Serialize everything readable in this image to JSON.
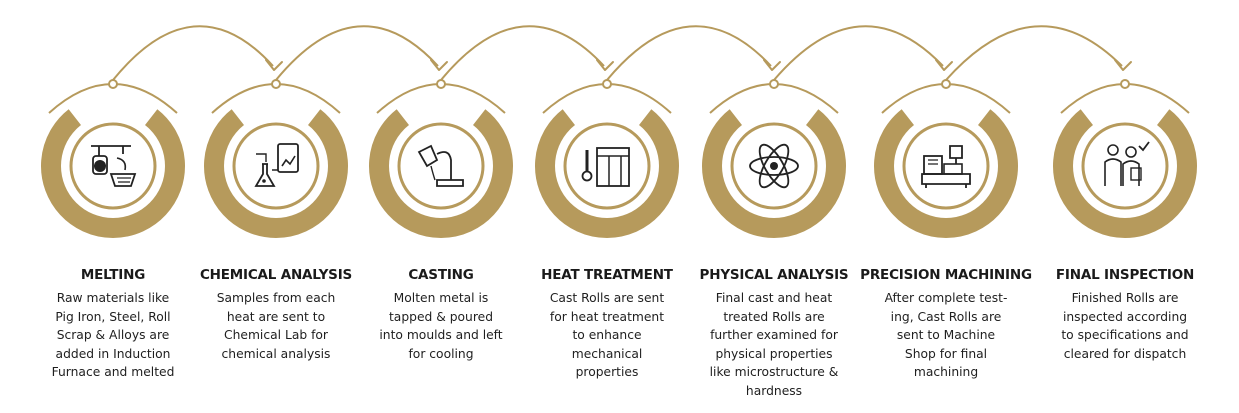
{
  "colors": {
    "gold": "#b69a5c",
    "icon": "#222222",
    "title": "#1a1a1a",
    "text": "#1f1f1f"
  },
  "steps": [
    {
      "title": "MELTING",
      "desc": "Raw materials like\nPig Iron, Steel, Roll\nScrap & Alloys are\nadded in Induction\nFurnace and melted",
      "icon": "furnace-pouring-icon"
    },
    {
      "title": "CHEMICAL ANALYSIS",
      "desc": "Samples from each\nheat are sent to\nChemical Lab for\nchemical analysis",
      "icon": "lab-flask-icon"
    },
    {
      "title": "CASTING",
      "desc": "Molten metal is\ntapped & poured\ninto moulds and left\nfor cooling",
      "icon": "ladle-pouring-icon"
    },
    {
      "title": "HEAT TREATMENT",
      "desc": "Cast Rolls are sent\nfor heat treatment\nto enhance\nmechanical\nproperties",
      "icon": "furnace-thermometer-icon"
    },
    {
      "title": "PHYSICAL ANALYSIS",
      "desc": "Final cast and heat\ntreated Rolls are\nfurther examined for\nphysical properties\nlike microstructure &\nhardness",
      "icon": "atom-icon"
    },
    {
      "title": "PRECISION MACHINING",
      "desc": "After complete test-\ning, Cast Rolls are\nsent to Machine\nShop for final\nmachining",
      "icon": "cnc-machine-icon"
    },
    {
      "title": "FINAL INSPECTION",
      "desc": "Finished Rolls are\ninspected according\nto specifications and\ncleared for dispatch",
      "icon": "inspectors-icon"
    }
  ]
}
